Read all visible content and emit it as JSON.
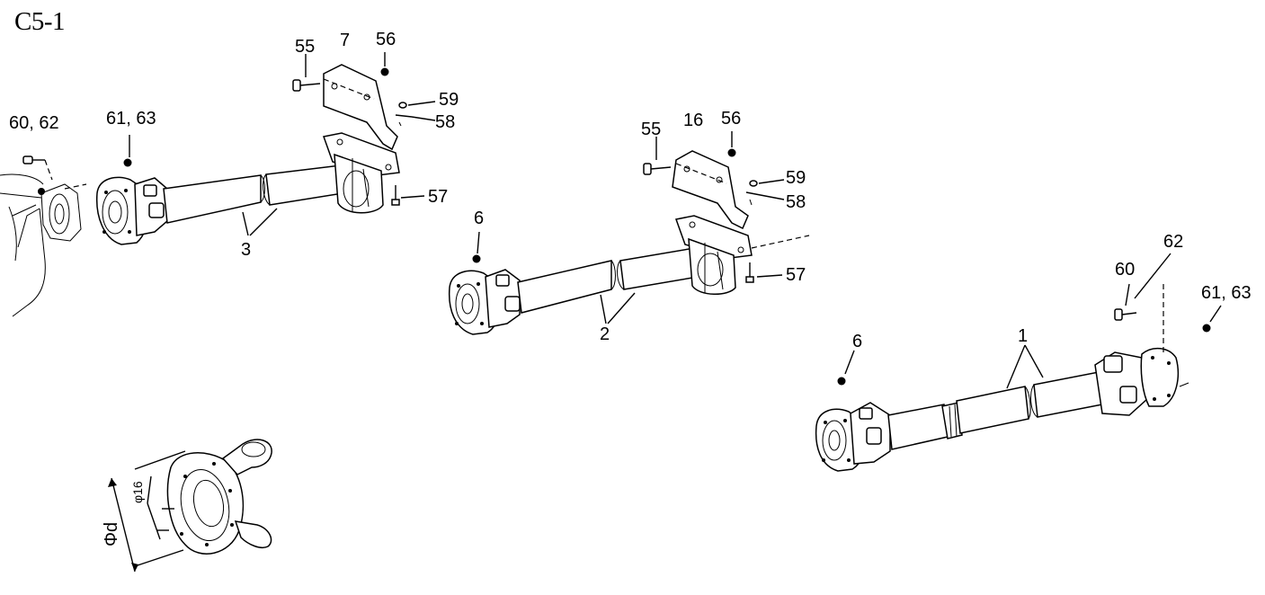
{
  "title": "C5-1",
  "labels": {
    "l55a": "55",
    "l7": "7",
    "l56a": "56",
    "l59a": "59",
    "l58a": "58",
    "l57a": "57",
    "l6062": "60, 62",
    "l6163a": "61, 63",
    "l3": "3",
    "l55b": "55",
    "l16": "16",
    "l56b": "56",
    "l59b": "59",
    "l58b": "58",
    "l57b": "57",
    "l6a": "6",
    "l2": "2",
    "l62": "62",
    "l60": "60",
    "l6163b": "61, 63",
    "l6b": "6",
    "l1": "1",
    "dim_d": "Φd",
    "dim_16": "φ16"
  }
}
